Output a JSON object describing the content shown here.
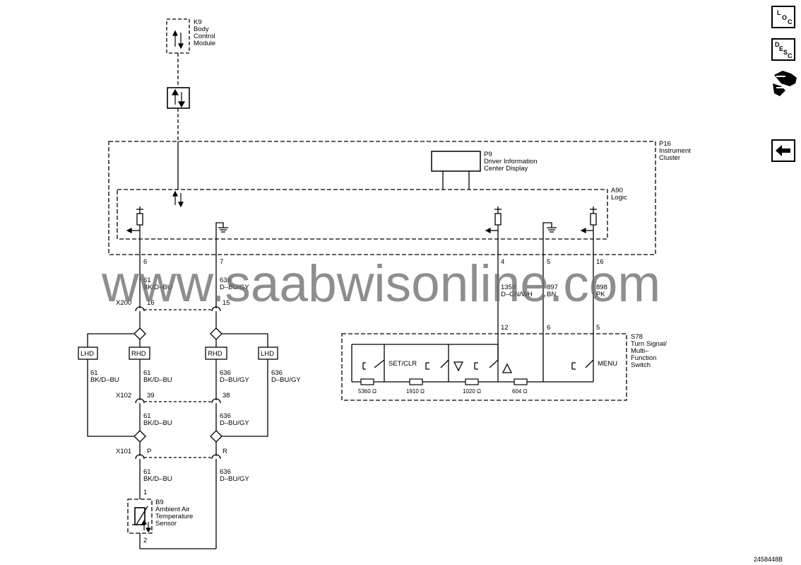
{
  "nav": {
    "loc": [
      "L",
      "O",
      "C"
    ],
    "desc": [
      "D",
      "E",
      "S",
      "C"
    ],
    "connector_icon": "connector-icon",
    "back_icon": "left-arrow-icon"
  },
  "components": {
    "k9": [
      "K9",
      "Body",
      "Control",
      "Module"
    ],
    "p16": [
      "P16",
      "Instrument",
      "Cluster"
    ],
    "p9": [
      "P9",
      "Driver Information",
      "Center Display"
    ],
    "a90": [
      "A90",
      "Logic"
    ],
    "s78": [
      "S78",
      "Turn Signal/",
      "Multi–",
      "Function",
      "Switch"
    ],
    "b9": [
      "B9",
      "Ambient Air",
      "Temperature",
      "Sensor"
    ]
  },
  "pins": {
    "p16_6": "6",
    "p16_7": "7",
    "p16_4": "4",
    "p16_5": "5",
    "p16_16": "16",
    "x200_left": "16",
    "x200_right": "15",
    "x102_left": "39",
    "x102_right": "38",
    "x101_left": "P",
    "x101_right": "R",
    "s78_12": "12",
    "s78_6": "6",
    "s78_5": "5",
    "b9_1": "1",
    "b9_2": "2"
  },
  "connectors": {
    "x200": "X200",
    "x102": "X102",
    "x101": "X101"
  },
  "wires": {
    "w61_top": [
      "61",
      "BK/D–BU"
    ],
    "w636_top": [
      "636",
      "D–BU/GY"
    ],
    "w1358": [
      "1358",
      "D–GN/WH"
    ],
    "w897": [
      "897",
      "BN"
    ],
    "w898": [
      "898",
      "PK"
    ],
    "w61_lhd": [
      "61",
      "BK/D–BU"
    ],
    "w61_rhd": [
      "61",
      "BK/D–BU"
    ],
    "w636_rhd": [
      "636",
      "D–BU/GY"
    ],
    "w636_lhd": [
      "636",
      "D–BU/GY"
    ],
    "w61_mid": [
      "61",
      "BK/D–BU"
    ],
    "w636_mid": [
      "636",
      "D–BU/GY"
    ],
    "w61_bot": [
      "61",
      "BK/D–BU"
    ],
    "w636_bot": [
      "636",
      "D–BU/GY"
    ]
  },
  "options": {
    "lhd": "LHD",
    "rhd": "RHD"
  },
  "switch_labels": {
    "set_clr": "SET/CLR",
    "menu": "MENU"
  },
  "resistors": [
    "5360 Ω",
    "1910 Ω",
    "1020 Ω",
    "604 Ω"
  ],
  "watermark": "www.saabwisonline.com",
  "figure_id": "2458448B"
}
